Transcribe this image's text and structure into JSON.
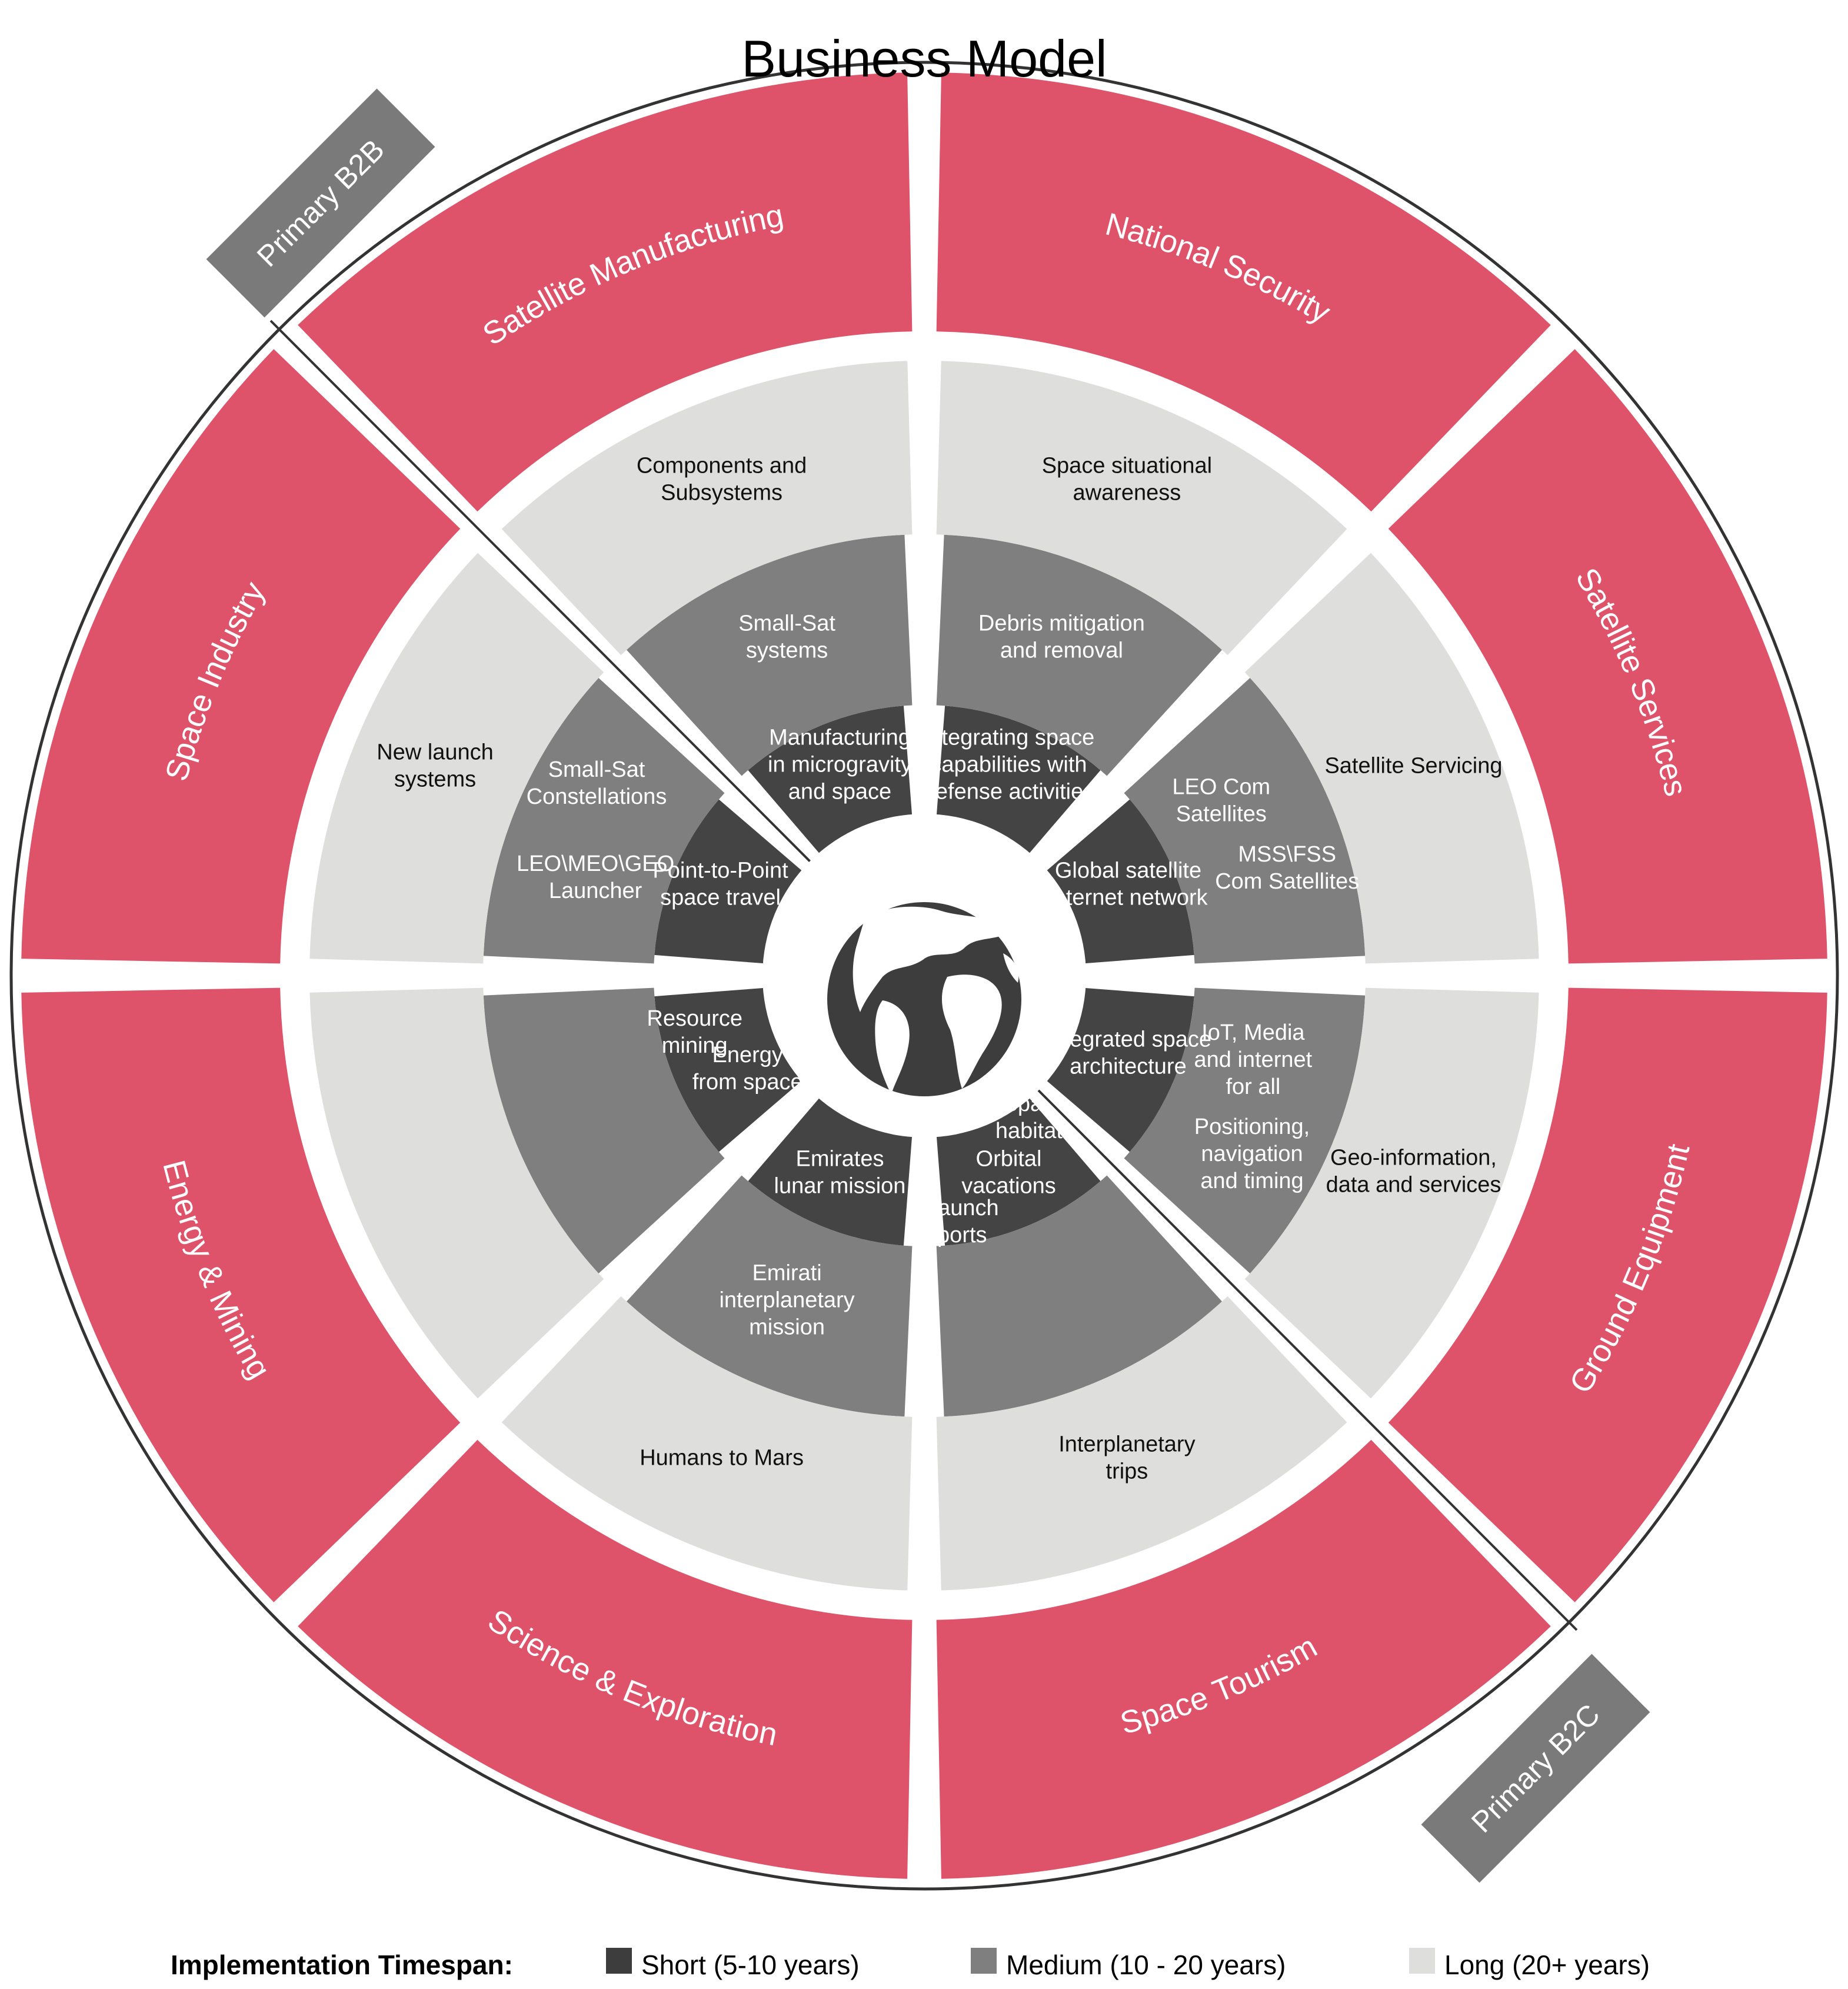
{
  "title": "Business Model",
  "colors": {
    "category": "#DE526A",
    "short": "#444444",
    "medium": "#7F7F7F",
    "long": "#DEDEDD",
    "tag": "#7A7A7A",
    "globe": "#3D3D3D"
  },
  "center_icon": "globe-icon",
  "tags": {
    "b2b": "Primary B2B",
    "b2c": "Primary B2C"
  },
  "categories": [
    {
      "id": "national-security",
      "label": "National Security",
      "long": [
        [
          "Space situational",
          "awareness"
        ]
      ],
      "medium": [
        [
          "Debris mitigation",
          "and removal"
        ]
      ],
      "short": [
        [
          "Integrating space",
          "capabilities with",
          "defense activities"
        ]
      ]
    },
    {
      "id": "satellite-services",
      "label": "Satellite Services",
      "long": [
        [
          "Satellite Servicing"
        ]
      ],
      "medium": [
        [
          "LEO Com",
          "Satellites"
        ],
        [
          "MSS\\FSS",
          "Com Satellites"
        ]
      ],
      "short": [
        [
          "Global satellite",
          "internet network"
        ]
      ]
    },
    {
      "id": "ground-equipment",
      "label": "Ground Equipment",
      "long": [
        [
          "Geo-information,",
          "data and services"
        ]
      ],
      "medium": [
        [
          "IoT, Media",
          "and internet",
          "for all"
        ],
        [
          "Positioning,",
          "navigation",
          "and timing"
        ]
      ],
      "short": [
        [
          "Integrated space",
          "architecture"
        ]
      ]
    },
    {
      "id": "space-tourism",
      "label": "Space Tourism",
      "long": [
        [
          "Interplanetary",
          "trips"
        ]
      ],
      "medium": [],
      "short": [
        [
          "Space",
          "habitats"
        ],
        [
          "Orbital",
          "vacations"
        ],
        [
          "Launch",
          "ports"
        ]
      ]
    },
    {
      "id": "science-exploration",
      "label": "Science & Exploration",
      "long": [
        [
          "Humans to Mars"
        ]
      ],
      "medium": [
        [
          "Emirati",
          "interplanetary",
          "mission"
        ]
      ],
      "short": [
        [
          "Emirates",
          "lunar mission"
        ]
      ]
    },
    {
      "id": "energy-mining",
      "label": "Energy & Mining",
      "long": [],
      "medium": [],
      "short": [
        [
          "Energy",
          "from space"
        ],
        [
          "Resource",
          "mining"
        ]
      ]
    },
    {
      "id": "space-industry",
      "label": "Space Industry",
      "long": [
        [
          "New launch",
          "systems"
        ]
      ],
      "medium": [
        [
          "LEO\\MEO\\GEO",
          "Launcher"
        ],
        [
          "Small-Sat",
          "Constellations"
        ]
      ],
      "short": [
        [
          "Point-to-Point",
          "space travel"
        ]
      ]
    },
    {
      "id": "satellite-manufacturing",
      "label": "Satellite Manufacturing",
      "long": [
        [
          "Components and",
          "Subsystems"
        ]
      ],
      "medium": [
        [
          "Small-Sat",
          "systems"
        ]
      ],
      "short": [
        [
          "Manufacturing",
          "in microgravity",
          "and space"
        ]
      ]
    }
  ],
  "legend": {
    "heading": "Implementation Timespan:",
    "items": [
      {
        "id": "short",
        "label": "Short (5-10 years)"
      },
      {
        "id": "medium",
        "label": "Medium (10 - 20 years)"
      },
      {
        "id": "long",
        "label": "Long (20+ years)"
      }
    ]
  }
}
